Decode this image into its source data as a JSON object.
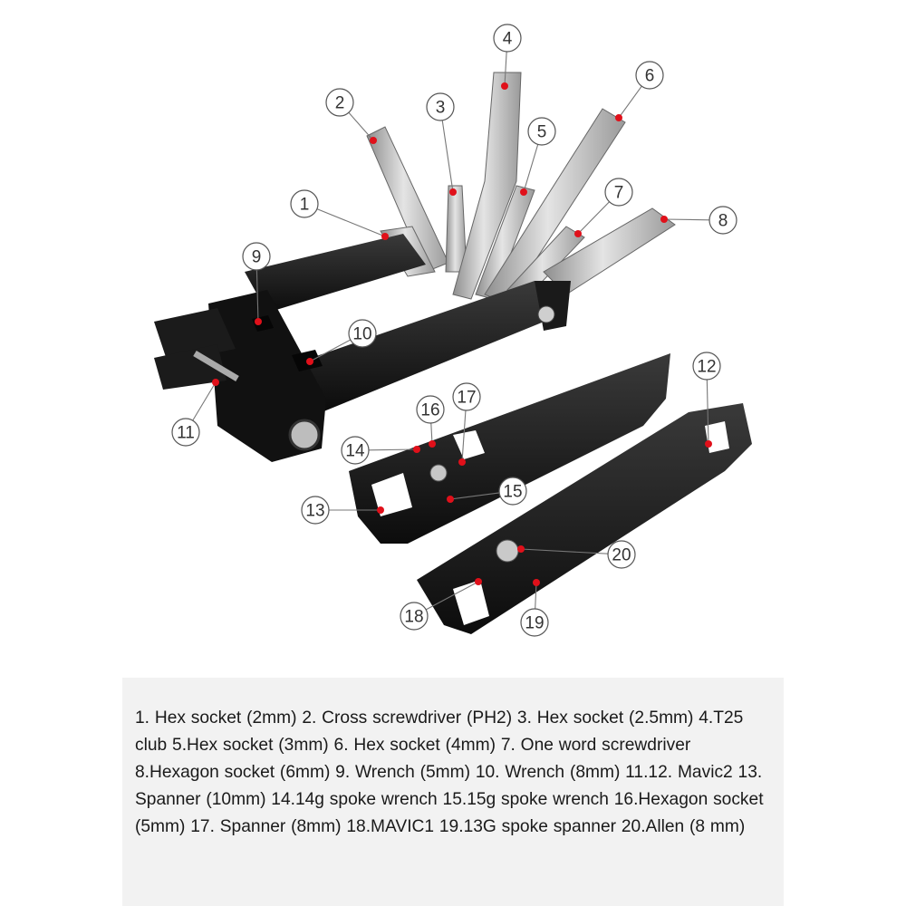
{
  "callouts": [
    {
      "number": "1"
    },
    {
      "number": "2"
    },
    {
      "number": "3"
    },
    {
      "number": "4"
    },
    {
      "number": "5"
    },
    {
      "number": "6"
    },
    {
      "number": "7"
    },
    {
      "number": "8"
    },
    {
      "number": "9"
    },
    {
      "number": "10"
    },
    {
      "number": "11"
    },
    {
      "number": "12"
    },
    {
      "number": "13"
    },
    {
      "number": "14"
    },
    {
      "number": "15"
    },
    {
      "number": "16"
    },
    {
      "number": "17"
    },
    {
      "number": "18"
    },
    {
      "number": "19"
    },
    {
      "number": "20"
    }
  ],
  "legend": {
    "text": "1. Hex socket (2mm) 2. Cross screwdriver (PH2) 3. Hex socket (2.5mm) 4.T25 club 5.Hex socket (3mm) 6. Hex socket (4mm) 7. One word screwdriver 8.Hexagon socket (6mm) 9. Wrench (5mm) 10. Wrench (8mm) 11.12. Mavic2 13. Spanner (10mm) 14.14g spoke wrench 15.15g spoke wrench 16.Hexagon socket (5mm) 17. Spanner (8mm) 18.MAVIC1 19.13G spoke spanner 20.Allen (8 mm)"
  },
  "colors": {
    "tool_body": "#141414",
    "steel": "#b9b9b9",
    "marker_dot": "#e0101a",
    "legend_background": "#f2f2f2"
  }
}
